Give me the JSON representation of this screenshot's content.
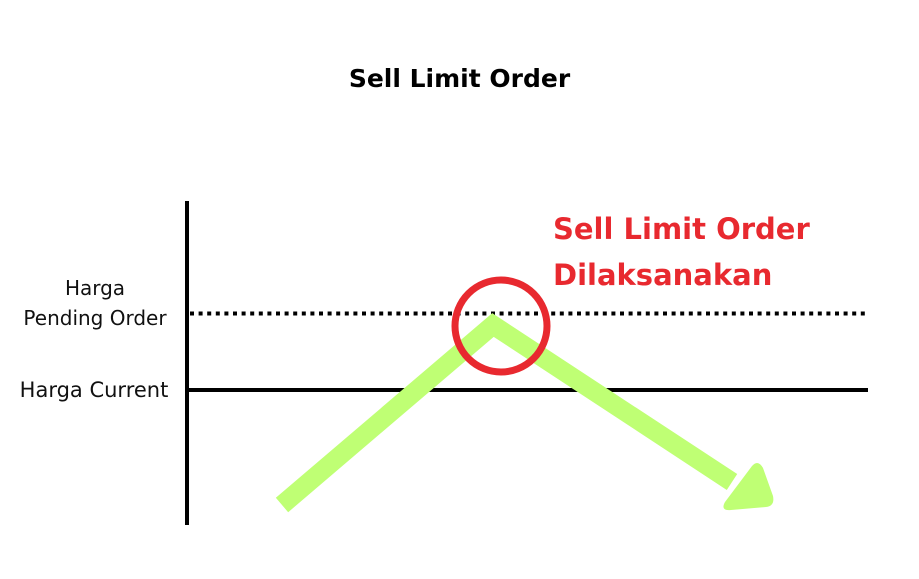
{
  "title": "Sell Limit Order",
  "labels": {
    "pending_line1": "Harga",
    "pending_line2": "Pending Order",
    "current": "Harga Current"
  },
  "annotation": {
    "line1": "Sell Limit Order",
    "line2": "Dilaksanakan"
  },
  "icons": {
    "price_path": "arrow-down-right-icon",
    "execution_marker": "circle-highlight-icon"
  },
  "colors": {
    "axis": "#000000",
    "price_path": "#bfff74",
    "highlight": "#e8292f",
    "annotation_text": "#e8292f"
  },
  "lines": {
    "pending_order_level": "dotted",
    "current_price_level": "solid"
  }
}
